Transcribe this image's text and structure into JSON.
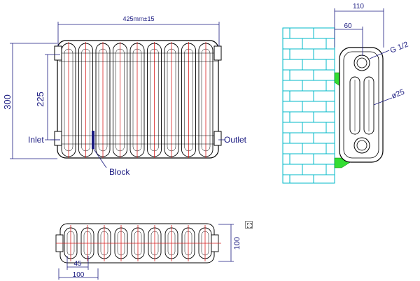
{
  "dimensions": {
    "top_width": "425mm±15",
    "height_total": "300",
    "centers": "225",
    "side_depth": "110",
    "side_offset": "60",
    "plan_depth": "100",
    "plan_pitch": "45",
    "plan_overall": "100"
  },
  "labels": {
    "inlet": "Inlet",
    "outlet": "Outlet",
    "block": "Block",
    "thread": "G 1/2",
    "diameter": "ø25"
  },
  "colors": {
    "dimension_line": "#1a1a80",
    "outline": "#000000",
    "center_line": "#d82020",
    "wall": "#00b8c8",
    "bracket": "#33dd33"
  },
  "icons": [
    "copy-icon"
  ]
}
